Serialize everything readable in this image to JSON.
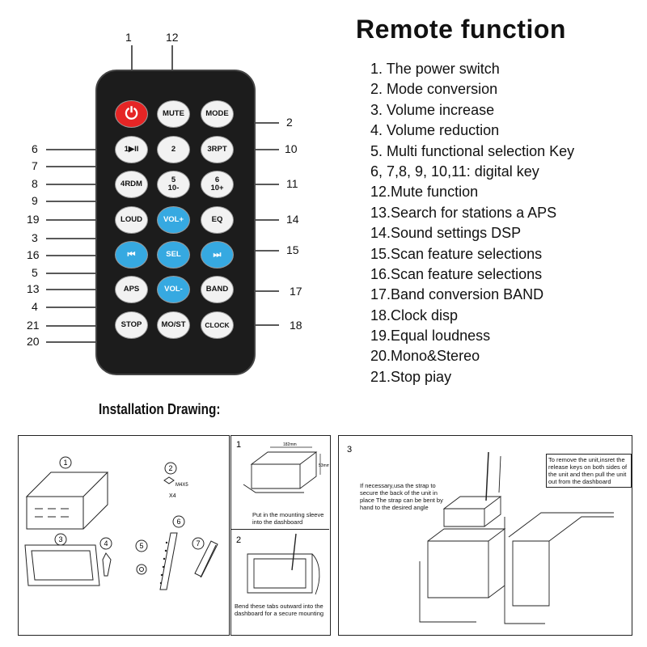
{
  "title": "Remote function",
  "functions": [
    "1. The power switch",
    "2. Mode conversion",
    "3. Volume increase",
    "4. Volume reduction",
    "5. Multi functional selection Key",
    "6, 7,8, 9, 10,11: digital key",
    "12.Mute function",
    "13.Search for stations a APS",
    "14.Sound settings DSP",
    "15.Scan feature selections",
    "16.Scan feature selections",
    "17.Band conversion BAND",
    "18.Clock disp",
    "19.Equal loudness",
    "20.Mono&Stereo",
    "21.Stop piay"
  ],
  "remote": {
    "keys": [
      {
        "id": "power",
        "label": "⏻",
        "style": "red"
      },
      {
        "id": "mute",
        "label": "MUTE",
        "style": "white"
      },
      {
        "id": "mode",
        "label": "MODE",
        "style": "white"
      },
      {
        "id": "k1",
        "label": "1▶II",
        "style": "white"
      },
      {
        "id": "k2",
        "label": "2",
        "style": "white"
      },
      {
        "id": "k3",
        "label": "3RPT",
        "style": "white"
      },
      {
        "id": "k4",
        "label": "4RDM",
        "style": "white"
      },
      {
        "id": "k5",
        "label": "5\n10-",
        "style": "white"
      },
      {
        "id": "k6",
        "label": "6\n10+",
        "style": "white"
      },
      {
        "id": "loud",
        "label": "LOUD",
        "style": "white"
      },
      {
        "id": "volup",
        "label": "VOL+",
        "style": "blue"
      },
      {
        "id": "eq",
        "label": "EQ",
        "style": "white"
      },
      {
        "id": "prev",
        "label": "⏮",
        "style": "blue"
      },
      {
        "id": "sel",
        "label": "SEL",
        "style": "blue"
      },
      {
        "id": "next",
        "label": "⏭",
        "style": "blue"
      },
      {
        "id": "aps",
        "label": "APS",
        "style": "white"
      },
      {
        "id": "voldn",
        "label": "VOL-",
        "style": "blue"
      },
      {
        "id": "band",
        "label": "BAND",
        "style": "white"
      },
      {
        "id": "stop",
        "label": "STOP",
        "style": "white"
      },
      {
        "id": "most",
        "label": "MO/ST",
        "style": "white"
      },
      {
        "id": "clock",
        "label": "CLOCK",
        "style": "white"
      }
    ],
    "callouts_left": [
      "6",
      "7",
      "8",
      "9",
      "19",
      "3",
      "16",
      "5",
      "13",
      "4",
      "21",
      "20"
    ],
    "callouts_right": [
      "2",
      "10",
      "11",
      "14",
      "15",
      "17",
      "18"
    ],
    "callouts_top": [
      "1",
      "12"
    ]
  },
  "installation": {
    "title": "Installation Drawing:",
    "panel1": {
      "numbers": [
        "1",
        "2",
        "3",
        "4",
        "5",
        "6",
        "7"
      ],
      "screw_label": "M4X5",
      "screw_qty": "X4"
    },
    "panel2": {
      "step1_num": "1",
      "step1_text": "Put in the mounting sleeve into the dashboard",
      "dim_w": "182mm",
      "dim_h": "53mm",
      "step2_num": "2",
      "step2_text": "Bend these tabs outward into the dashboard for a secure mounting"
    },
    "panel3": {
      "step_num": "3",
      "left_note": "If necessary,usa the strap to secure the back of the unit in place The strap can be bent by hand to the desired angle",
      "right_note": "To remove the unit,insret the release keys on both sides of the unit and then pull the unit out from the dashboard"
    }
  }
}
